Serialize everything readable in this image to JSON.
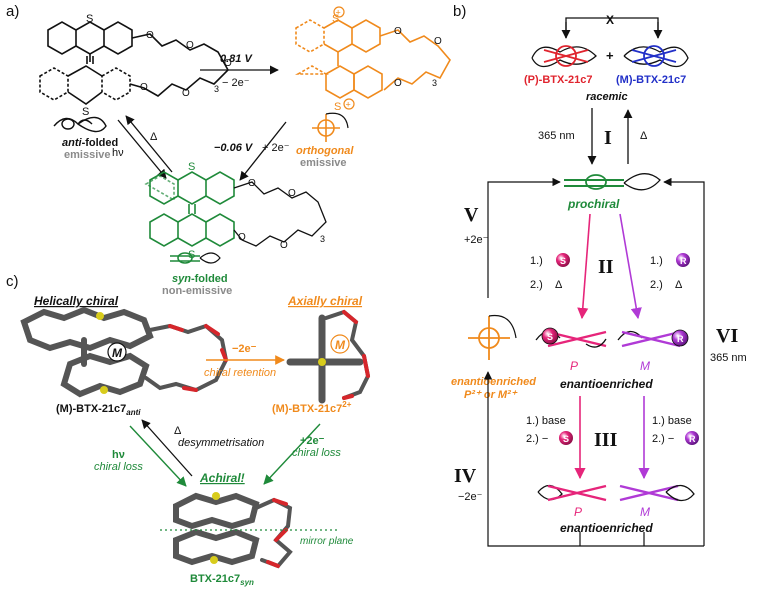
{
  "colors": {
    "black": "#111111",
    "gray": "#8a8a8a",
    "orange": "#f08a1c",
    "green": "#1f8a3a",
    "red": "#e0242e",
    "blue": "#2230c8",
    "magenta": "#e6257a",
    "purple": "#b03ad6",
    "rod": "#555555",
    "oxygen": "#d6262b",
    "sulfur": "#d8cc1c"
  },
  "panel_a": {
    "label": "a)",
    "anti": {
      "name_italic": "anti",
      "name_rest": "-folded",
      "state": "emissive"
    },
    "orthogonal": {
      "name": "orthogonal",
      "state": "emissive"
    },
    "syn": {
      "name_italic": "syn",
      "name_rest": "-folded",
      "state": "non-emissive"
    },
    "oxidation": {
      "potential": "0.81 V",
      "electrons": "− 2e⁻"
    },
    "reduction": {
      "potential": "−0.06 V",
      "electrons": "+ 2e⁻"
    },
    "photo": {
      "light": "hν",
      "heat": "Δ"
    },
    "sulfur_label": "S",
    "oxygen_label": "O",
    "sulfonium_label": "S",
    "charge": "+",
    "subscript": "3"
  },
  "panel_b": {
    "label": "b)",
    "forbidden": "X",
    "plus": "+",
    "p_isomer": {
      "prefix": "(P)-",
      "name": "BTX-21c7"
    },
    "m_isomer": {
      "prefix": "(M)-",
      "name": "BTX-21c7"
    },
    "racemic": "racemic",
    "prochiral": "prochiral",
    "step_I": {
      "numeral": "I",
      "light": "365 nm",
      "heat": "Δ"
    },
    "step_II": {
      "numeral": "II",
      "step1": "1.)",
      "step2": "2.)",
      "heat": "Δ",
      "s_label": "S",
      "r_label": "R"
    },
    "step_III": {
      "numeral": "III",
      "step1": "1.) base",
      "step2": "2.) −",
      "s_label": "S",
      "r_label": "R"
    },
    "step_IV": {
      "numeral": "IV",
      "electrons": "−2e⁻"
    },
    "step_V": {
      "numeral": "V",
      "electrons": "+2e⁻"
    },
    "step_VI": {
      "numeral": "VI",
      "light": "365 nm"
    },
    "enantio_left": {
      "line1": "enantioenriched",
      "line2": "P²⁺ or M²⁺"
    },
    "p_label": "P",
    "m_label": "M",
    "enantio_mid": "enantioenriched",
    "enantio_bottom": "enantioenriched"
  },
  "panel_c": {
    "label": "c)",
    "helical_title": "Helically chiral",
    "axial_title": "Axially chiral",
    "achiral_title": "Achiral!",
    "m_badge": "M",
    "ox": {
      "electrons": "−2e⁻",
      "note": "chiral retention"
    },
    "red": {
      "electrons": "+2e⁻",
      "note": "chiral loss"
    },
    "photo": {
      "light": "hν",
      "note": "chiral loss"
    },
    "thermal": {
      "heat": "Δ",
      "note": "desymmetrisation"
    },
    "anti_name": {
      "prefix": "(M)-",
      "name": "BTX-21c7",
      "sub": "anti"
    },
    "ortho_name": {
      "prefix": "(M)-",
      "name": "BTX-21c7",
      "sup": "2+"
    },
    "syn_name": {
      "name": "BTX-21c7",
      "sub": "syn"
    },
    "mirror": "mirror plane"
  }
}
